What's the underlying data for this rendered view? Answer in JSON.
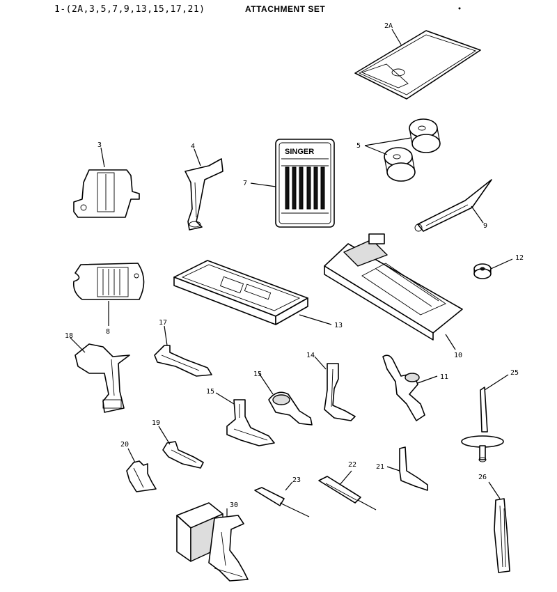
{
  "header": {
    "part_list": "1-(2A,3,5,7,9,13,15,17,21)",
    "title": "ATTACHMENT SET"
  },
  "needle_pack_brand": "SINGER",
  "callouts": {
    "c2a": "2A",
    "c3": "3",
    "c4": "4",
    "c5": "5",
    "c7": "7",
    "c8": "8",
    "c9": "9",
    "c10": "10",
    "c11": "11",
    "c12": "12",
    "c13": "13",
    "c14": "14",
    "c15a": "15",
    "c15b": "15",
    "c17": "17",
    "c18": "18",
    "c19": "19",
    "c20": "20",
    "c21": "21",
    "c22": "22",
    "c23": "23",
    "c25": "25",
    "c26": "26",
    "c30": "30"
  }
}
